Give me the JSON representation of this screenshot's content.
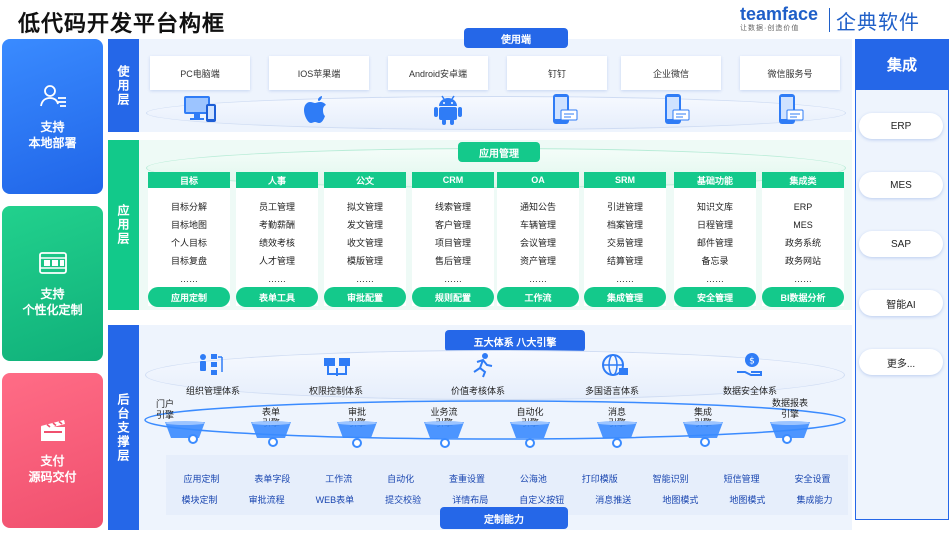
{
  "title": "低代码开发平台构框",
  "brand": {
    "name": "teamface",
    "tagline": "让数据·创造价值",
    "cn": "企典软件"
  },
  "side": [
    {
      "label": "支持\n本地部署",
      "icon": "user-list-icon"
    },
    {
      "label": "支持\n个性化定制",
      "icon": "film-strip-icon"
    },
    {
      "label": "支付\n源码交付",
      "icon": "clapperboard-icon"
    }
  ],
  "layers": {
    "use": "使用层",
    "app": "应用层",
    "backend": "后台支撑层"
  },
  "use_section": {
    "header": "使用端",
    "clients": [
      {
        "label": "PC电脑端",
        "icon": "desktop-tablet-icon"
      },
      {
        "label": "IOS苹果端",
        "icon": "apple-icon"
      },
      {
        "label": "Android安卓端",
        "icon": "android-icon"
      },
      {
        "label": "钉钉",
        "icon": "phone-icon"
      },
      {
        "label": "企业微信",
        "icon": "phone-icon"
      },
      {
        "label": "微信服务号",
        "icon": "phone-icon"
      }
    ]
  },
  "app_section": {
    "header": "应用管理",
    "modules": [
      {
        "head": "目标",
        "items": [
          "目标分解",
          "目标地图",
          "个人目标",
          "目标复盘",
          "……"
        ],
        "foot": "应用定制"
      },
      {
        "head": "人事",
        "items": [
          "员工管理",
          "考勤薪酬",
          "绩效考核",
          "人才管理",
          "……"
        ],
        "foot": "表单工具"
      },
      {
        "head": "公文",
        "items": [
          "拟文管理",
          "发文管理",
          "收文管理",
          "模版管理",
          "……"
        ],
        "foot": "审批配置"
      },
      {
        "head": "CRM",
        "items": [
          "线索管理",
          "客户管理",
          "项目管理",
          "售后管理",
          "……"
        ],
        "foot": "规则配置"
      },
      {
        "head": "OA",
        "items": [
          "通知公告",
          "车辆管理",
          "会议管理",
          "资产管理",
          "……"
        ],
        "foot": "工作流"
      },
      {
        "head": "SRM",
        "items": [
          "引进管理",
          "档案管理",
          "交易管理",
          "结算管理",
          "……"
        ],
        "foot": "集成管理"
      },
      {
        "head": "基础功能",
        "items": [
          "知识文库",
          "日程管理",
          "邮件管理",
          "备忘录",
          "……"
        ],
        "foot": "安全管理"
      },
      {
        "head": "集成类",
        "items": [
          "ERP",
          "MES",
          "政务系统",
          "政务网站",
          "……"
        ],
        "foot": "BI数据分析"
      }
    ]
  },
  "backend_section": {
    "header": "五大体系 八大引擎",
    "systems": [
      {
        "label": "组织管理体系",
        "icon": "org-chart-icon"
      },
      {
        "label": "权限控制体系",
        "icon": "permission-icon"
      },
      {
        "label": "价值考核体系",
        "icon": "running-person-icon"
      },
      {
        "label": "多国语言体系",
        "icon": "globe-icon"
      },
      {
        "label": "数据安全体系",
        "icon": "money-hand-icon"
      }
    ],
    "engines": [
      "门户\n引擎",
      "表单\n引擎",
      "审批\n引擎",
      "业务流\n引擎",
      "自动化\n引擎",
      "消息\n引擎",
      "集成\n引擎",
      "数据报表\n引擎"
    ],
    "capabilities_row1": [
      "应用定制",
      "表单字段",
      "工作流",
      "自动化",
      "查重设置",
      "公海池",
      "打印模版",
      "智能识别",
      "短信管理",
      "安全设置"
    ],
    "capabilities_row2": [
      "模块定制",
      "审批流程",
      "WEB表单",
      "提交校验",
      "详情布局",
      "自定义按钮",
      "消息推送",
      "地图模式",
      "地图模式",
      "集成能力"
    ],
    "footer": "定制能力"
  },
  "integration": {
    "header": "集成",
    "items": [
      "ERP",
      "MES",
      "SAP",
      "智能AI",
      "更多..."
    ]
  },
  "colors": {
    "blue": "#2567e8",
    "green": "#14c98b",
    "pink": "#f0506e"
  }
}
